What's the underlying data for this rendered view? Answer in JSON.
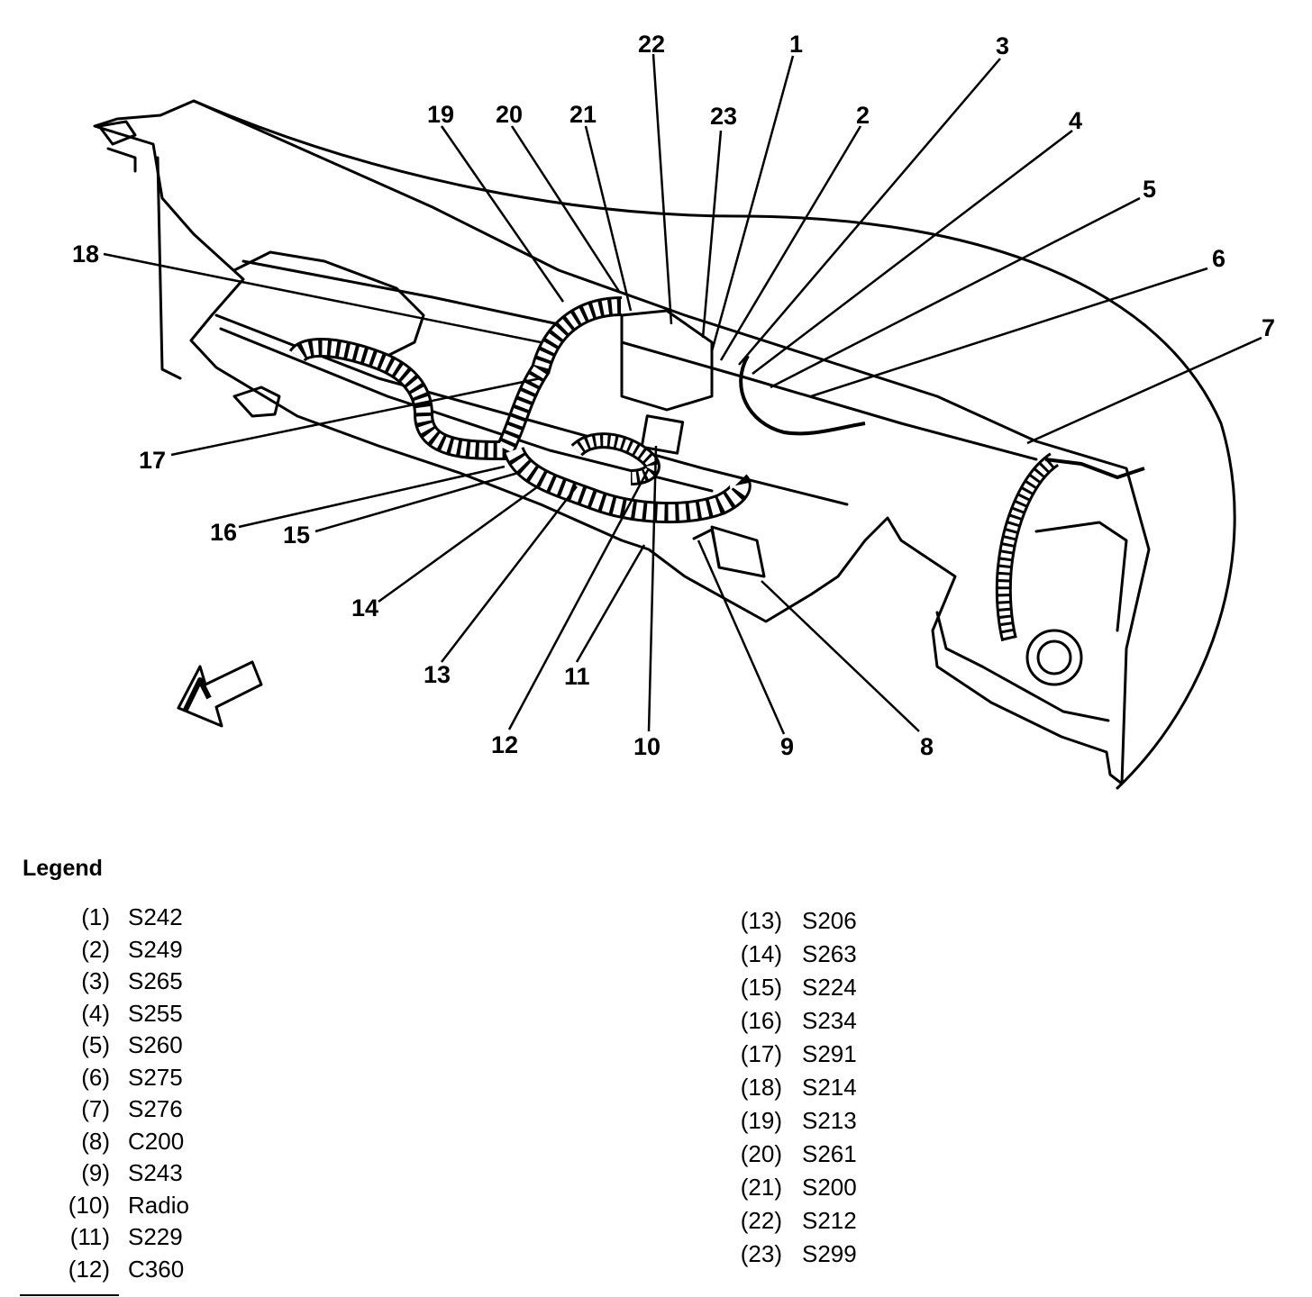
{
  "diagram": {
    "callouts": [
      "1",
      "2",
      "3",
      "4",
      "5",
      "6",
      "7",
      "8",
      "9",
      "10",
      "11",
      "12",
      "13",
      "14",
      "15",
      "16",
      "17",
      "18",
      "19",
      "20",
      "21",
      "22",
      "23"
    ]
  },
  "legend": {
    "title": "Legend",
    "left_column": [
      {
        "num": "(1)",
        "code": "S242"
      },
      {
        "num": "(2)",
        "code": "S249"
      },
      {
        "num": "(3)",
        "code": "S265"
      },
      {
        "num": "(4)",
        "code": "S255"
      },
      {
        "num": "(5)",
        "code": "S260"
      },
      {
        "num": "(6)",
        "code": "S275"
      },
      {
        "num": "(7)",
        "code": "S276"
      },
      {
        "num": "(8)",
        "code": "C200"
      },
      {
        "num": "(9)",
        "code": "S243"
      },
      {
        "num": "(10)",
        "code": "Radio"
      },
      {
        "num": "(11)",
        "code": "S229"
      },
      {
        "num": "(12)",
        "code": "C360"
      }
    ],
    "right_column": [
      {
        "num": "(13)",
        "code": "S206"
      },
      {
        "num": "(14)",
        "code": "S263"
      },
      {
        "num": "(15)",
        "code": "S224"
      },
      {
        "num": "(16)",
        "code": "S234"
      },
      {
        "num": "(17)",
        "code": "S291"
      },
      {
        "num": "(18)",
        "code": "S214"
      },
      {
        "num": "(19)",
        "code": "S213"
      },
      {
        "num": "(20)",
        "code": "S261"
      },
      {
        "num": "(21)",
        "code": "S200"
      },
      {
        "num": "(22)",
        "code": "S212"
      },
      {
        "num": "(23)",
        "code": "S299"
      }
    ]
  }
}
